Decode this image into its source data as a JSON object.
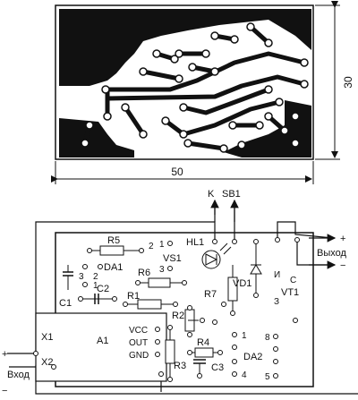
{
  "pcb": {
    "width_label": "50",
    "height_label": "30"
  },
  "schematic": {
    "top_labels": [
      "K",
      "SB1"
    ],
    "output_label": "Выход",
    "output_plus": "+",
    "output_minus": "−",
    "input_label": "Вход",
    "input_plus": "+",
    "input_minus": "−",
    "components": {
      "R5": "R5",
      "HL1": "HL1",
      "VS1": "VS1",
      "DA1": "DA1",
      "R6": "R6",
      "C2": "C2",
      "R1": "R1",
      "C1": "C1",
      "R7": "R7",
      "VD1": "VD1",
      "VT1": "VT1",
      "R2": "R2",
      "R4": "R4",
      "R3": "R3",
      "C3": "C3",
      "DA2": "DA2",
      "A1": "A1",
      "X1": "X1",
      "X2": "X2"
    },
    "a1_pins": [
      "VCC",
      "OUT",
      "GND"
    ],
    "vs1_pins": [
      "2",
      "1",
      "3"
    ],
    "da1_pins": [
      "3",
      "2",
      "1"
    ],
    "vt1_pins": [
      "И",
      "С",
      "З"
    ],
    "da2_pins": [
      "1",
      "4",
      "8",
      "5"
    ]
  }
}
